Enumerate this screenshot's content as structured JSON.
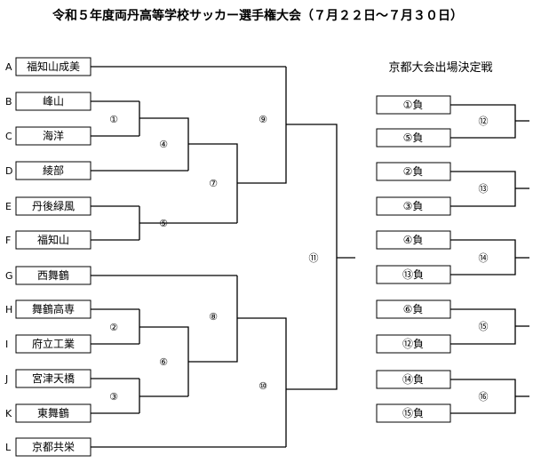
{
  "title": "令和５年度両丹高等学校サッカー選手権大会（７月２２日～７月３０日）",
  "left_bracket": {
    "teams": [
      {
        "letter": "A",
        "name": "福知山成美"
      },
      {
        "letter": "B",
        "name": "峰山"
      },
      {
        "letter": "C",
        "name": "海洋"
      },
      {
        "letter": "D",
        "name": "綾部"
      },
      {
        "letter": "E",
        "name": "丹後緑風"
      },
      {
        "letter": "F",
        "name": "福知山"
      },
      {
        "letter": "G",
        "name": "西舞鶴"
      },
      {
        "letter": "H",
        "name": "舞鶴高専"
      },
      {
        "letter": "I",
        "name": "府立工業"
      },
      {
        "letter": "J",
        "name": "宮津天橋"
      },
      {
        "letter": "K",
        "name": "東舞鶴"
      },
      {
        "letter": "L",
        "name": "京都共栄"
      }
    ],
    "matches": [
      "①",
      "②",
      "③",
      "④",
      "⑤",
      "⑥",
      "⑦",
      "⑧",
      "⑨",
      "⑩",
      "⑪"
    ]
  },
  "right_bracket": {
    "title": "京都大会出場決定戦",
    "entries": [
      "①負",
      "⑤負",
      "②負",
      "③負",
      "④負",
      "⑬負",
      "⑥負",
      "⑫負",
      "⑭負",
      "⑮負"
    ],
    "matches": [
      "⑫",
      "⑬",
      "⑭",
      "⑮",
      "⑯"
    ]
  }
}
